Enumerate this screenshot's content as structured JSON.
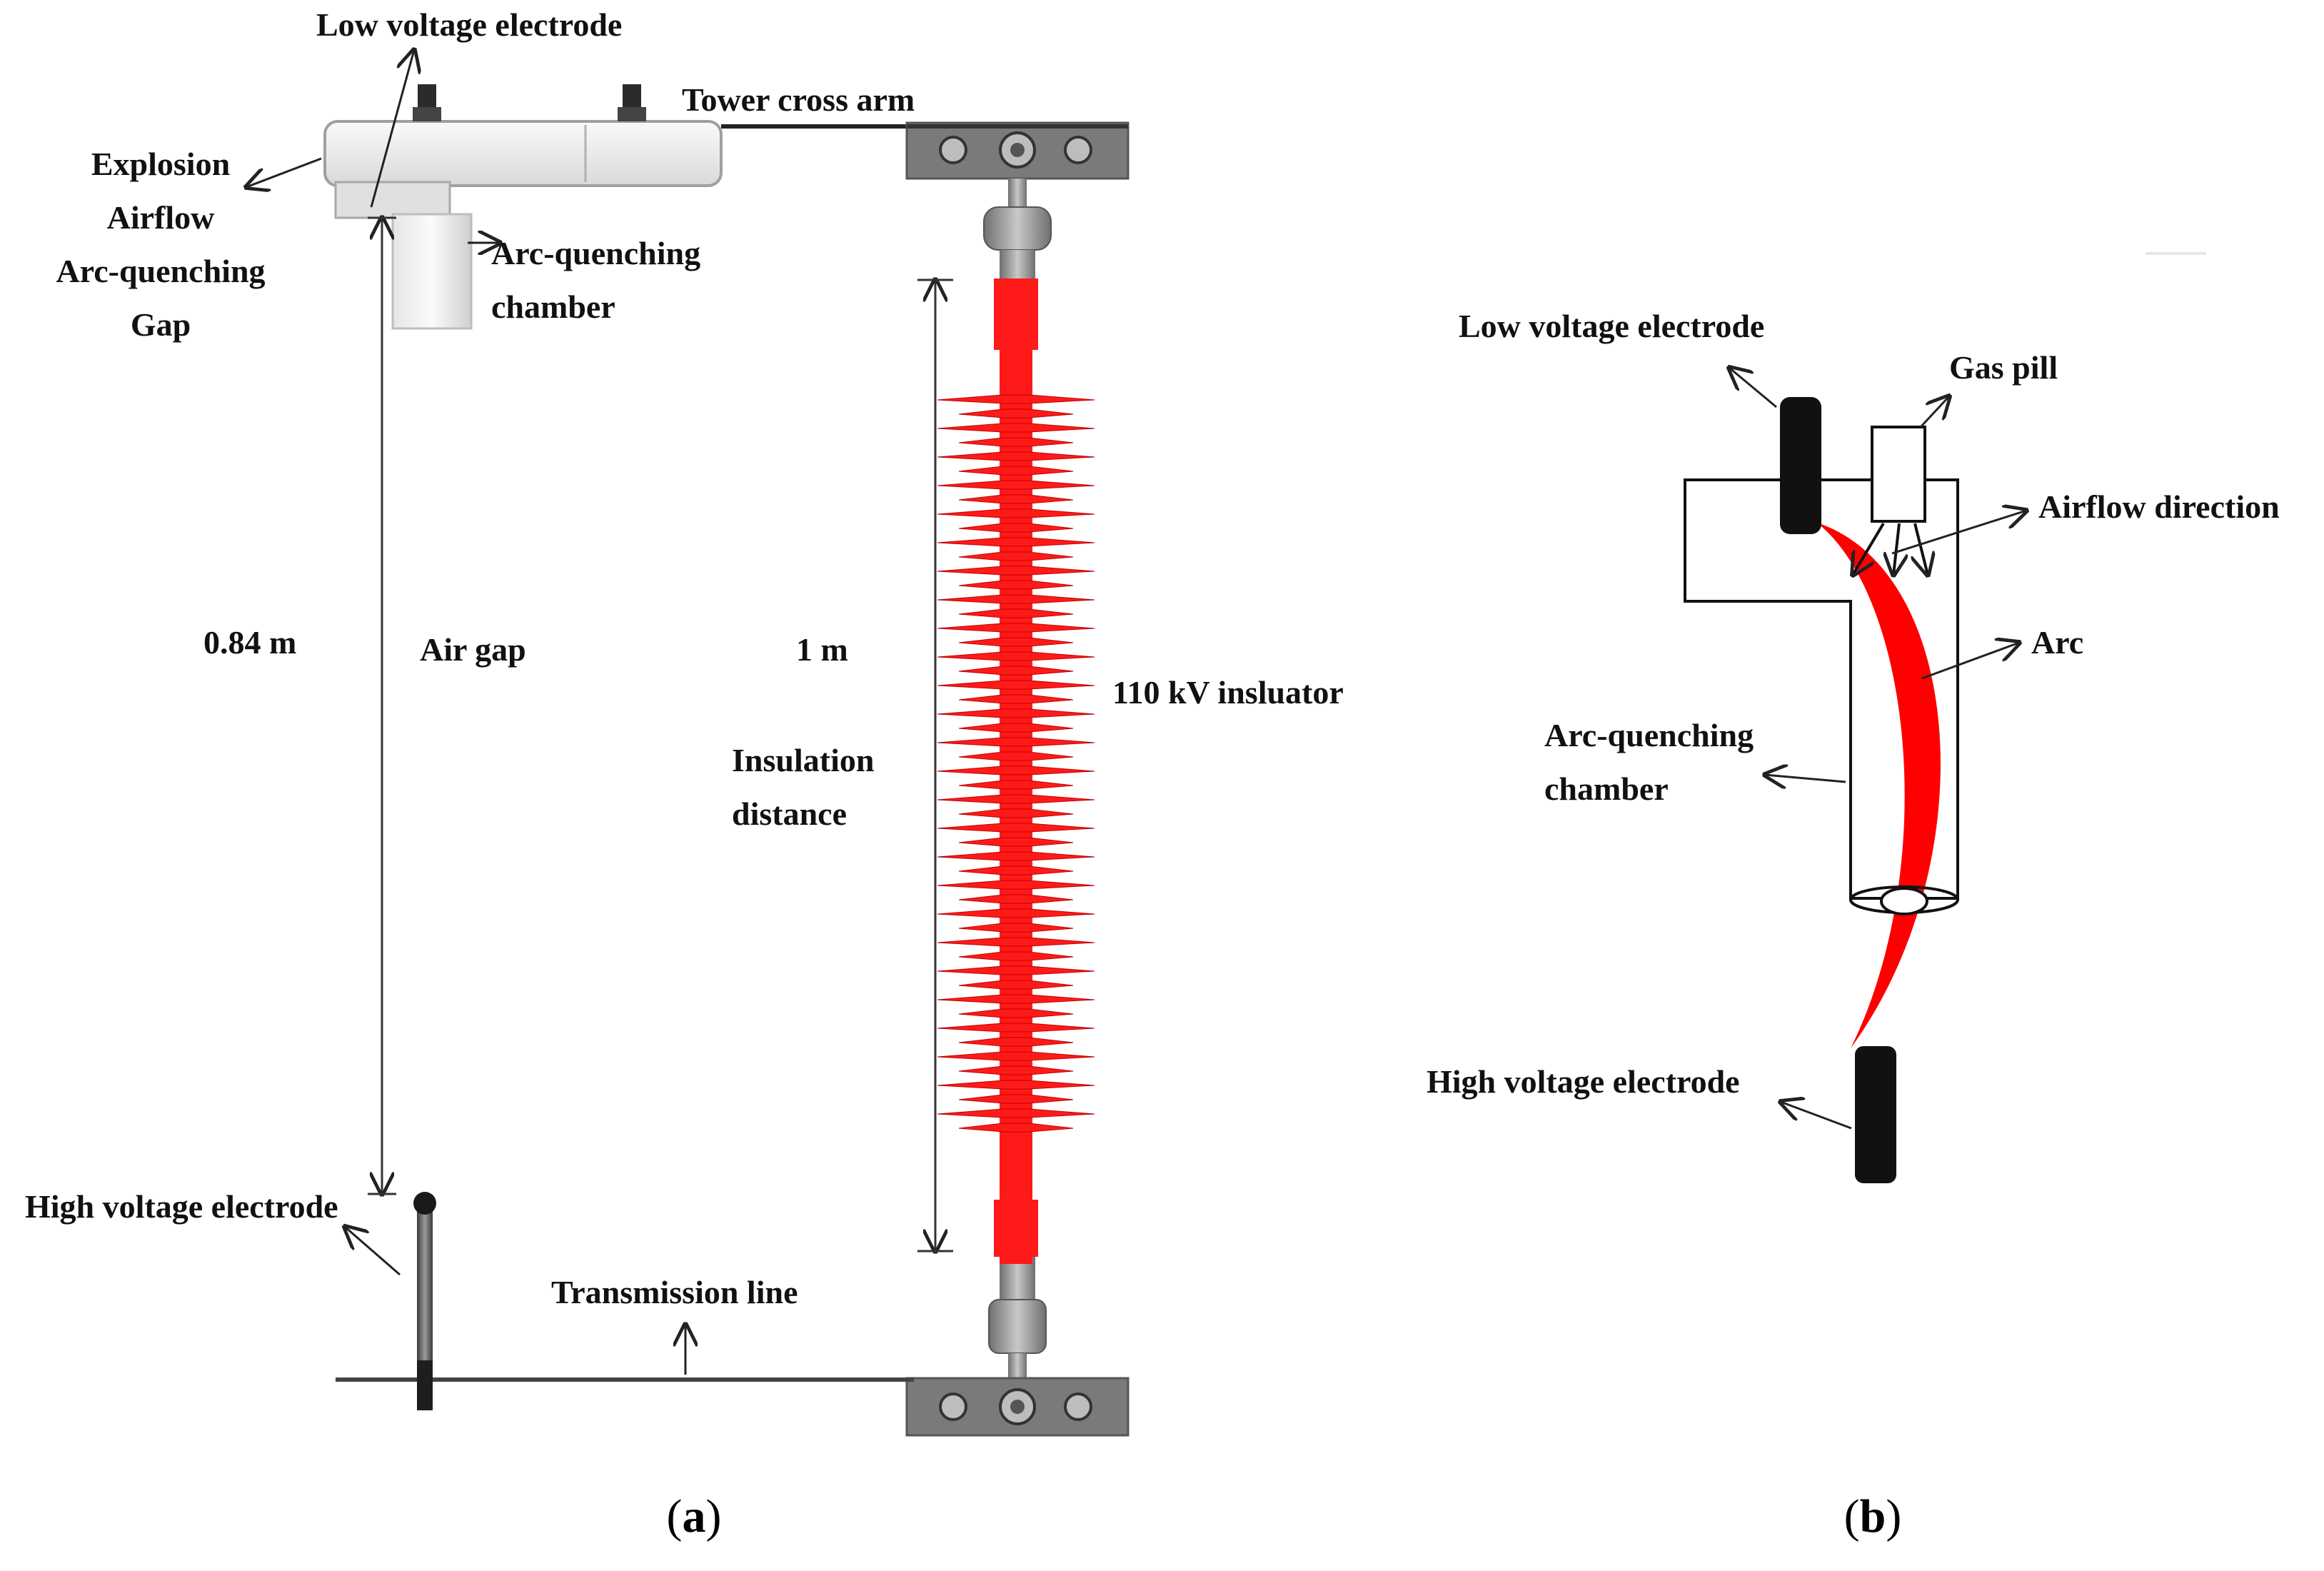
{
  "panel_a": {
    "labels": {
      "low_voltage_electrode": "Low voltage electrode",
      "tower_cross_arm": "Tower cross arm",
      "explosion": "Explosion",
      "airflow": "Airflow",
      "arc_quenching": "Arc-quenching",
      "gap": "Gap",
      "chamber_line1": "Arc-quenching",
      "chamber_line2": "chamber",
      "air_gap_length": "0.84 m",
      "air_gap": "Air gap",
      "insulation_length": "1 m",
      "insulation_line1": "Insulation",
      "insulation_line2": "distance",
      "insulator": "110 kV insluator",
      "high_voltage_electrode": "High voltage electrode",
      "transmission_line": "Transmission line"
    },
    "caption": "(a)",
    "caption_bold": "a"
  },
  "panel_b": {
    "labels": {
      "low_voltage_electrode": "Low voltage electrode",
      "gas_pill": "Gas pill",
      "airflow_direction": "Airflow direction",
      "arc": "Arc",
      "chamber_line1": "Arc-quenching",
      "chamber_line2": "chamber",
      "high_voltage_electrode": "High voltage electrode"
    },
    "caption": "(b)",
    "caption_bold": "b"
  },
  "colors": {
    "insulator_red": "#ff1a1a",
    "arc_red": "#ff0000",
    "electrode_black": "#111111",
    "hardware_gray": "#9a9a9a",
    "line_black": "#222222"
  }
}
